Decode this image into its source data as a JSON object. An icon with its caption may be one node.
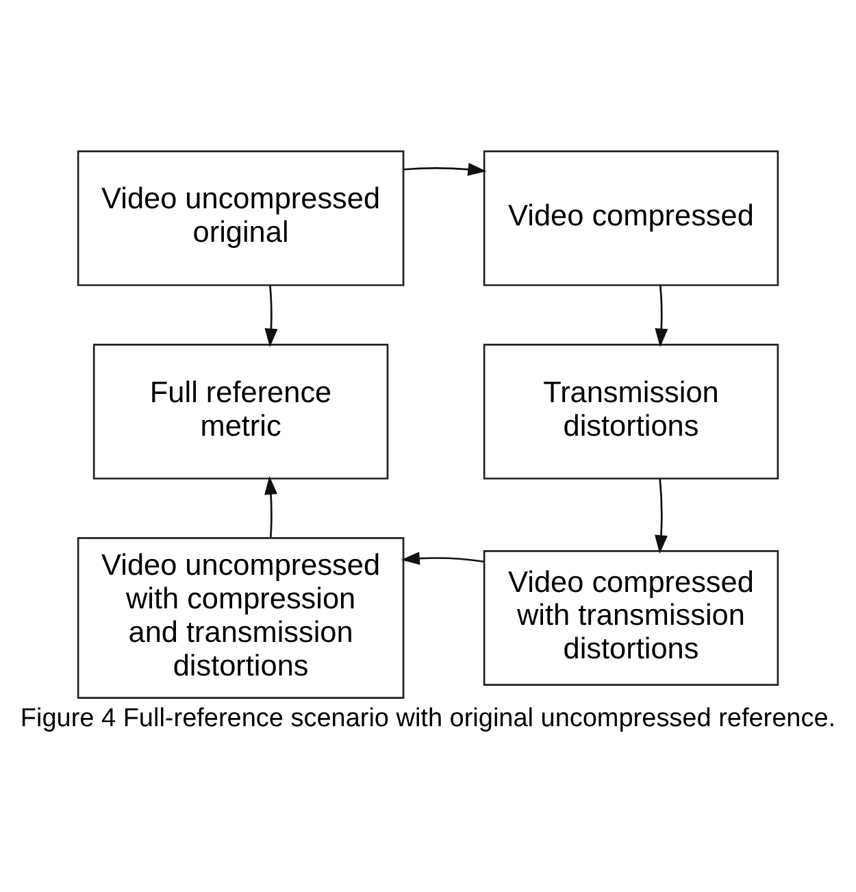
{
  "diagram": {
    "caption": "Figure 4 Full-reference scenario with original uncompressed reference.",
    "nodes": [
      {
        "text": [
          "Video uncompressed original"
        ]
      },
      {
        "text": [
          "Video compressed"
        ]
      },
      {
        "text": [
          "Full reference metric"
        ]
      },
      {
        "text": [
          "Transmission distortions"
        ]
      },
      {
        "text": [
          "Video uncompressed with compression and transmission distortions"
        ]
      },
      {
        "text": [
          "Video compressed with transmission distortions"
        ]
      }
    ],
    "edges": [
      {
        "from": 0,
        "to": 1,
        "arrow": "to"
      },
      {
        "from": 0,
        "to": 2,
        "arrow": "to"
      },
      {
        "from": 1,
        "to": 3,
        "arrow": "to"
      },
      {
        "from": 3,
        "to": 5,
        "arrow": "to"
      },
      {
        "from": 5,
        "to": 4,
        "arrow": "to"
      },
      {
        "from": 4,
        "to": 2,
        "arrow": "to"
      }
    ]
  }
}
